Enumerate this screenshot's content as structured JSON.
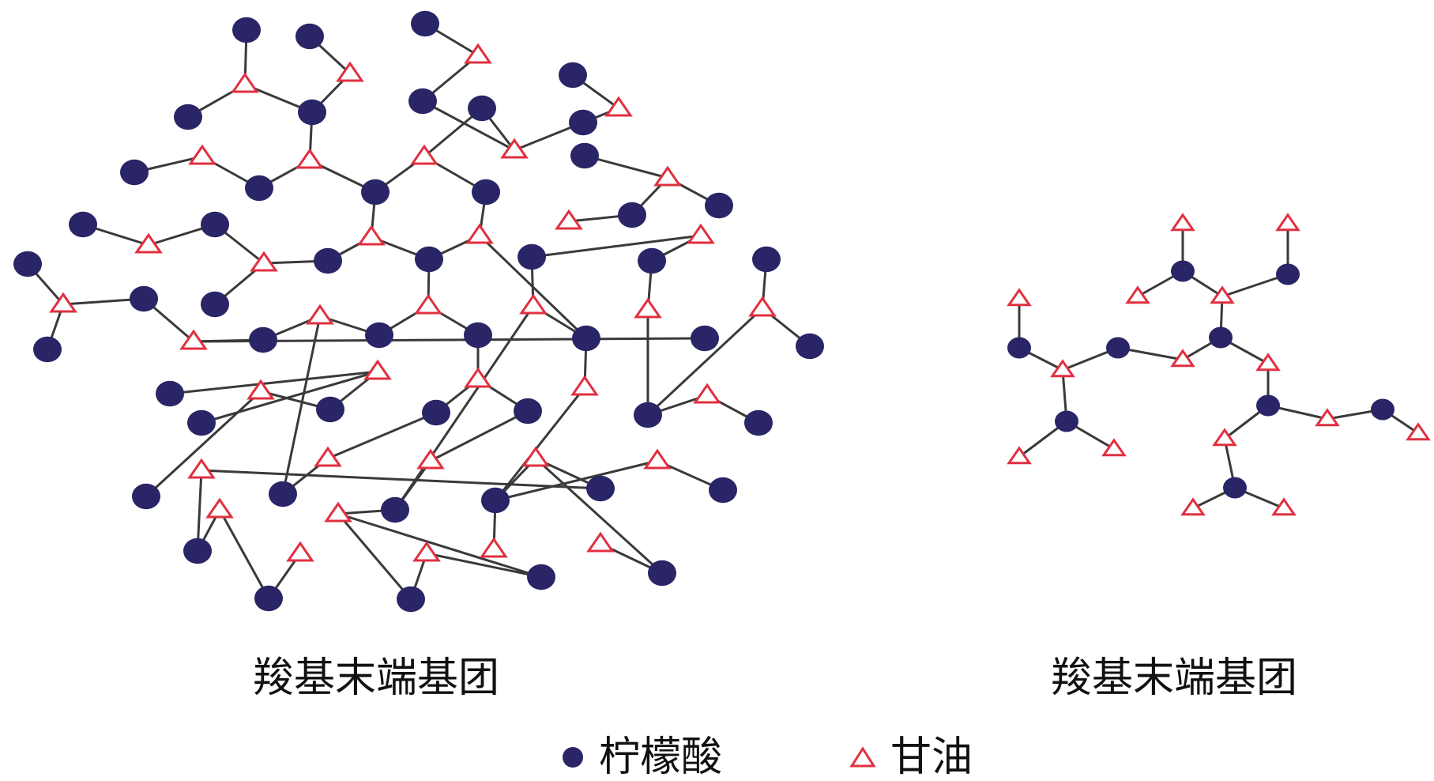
{
  "captions": {
    "left": "羧基末端基团",
    "right": "羧基末端基团"
  },
  "legend": {
    "citric_acid": "柠檬酸",
    "glycerol": "甘油"
  },
  "colors": {
    "citric_acid_node": "#2a2566",
    "glycerol_node": "#e03040",
    "bond": "#3a3a3a"
  },
  "icons": {
    "citric_acid": "filled-circle",
    "glycerol": "open-triangle"
  }
}
